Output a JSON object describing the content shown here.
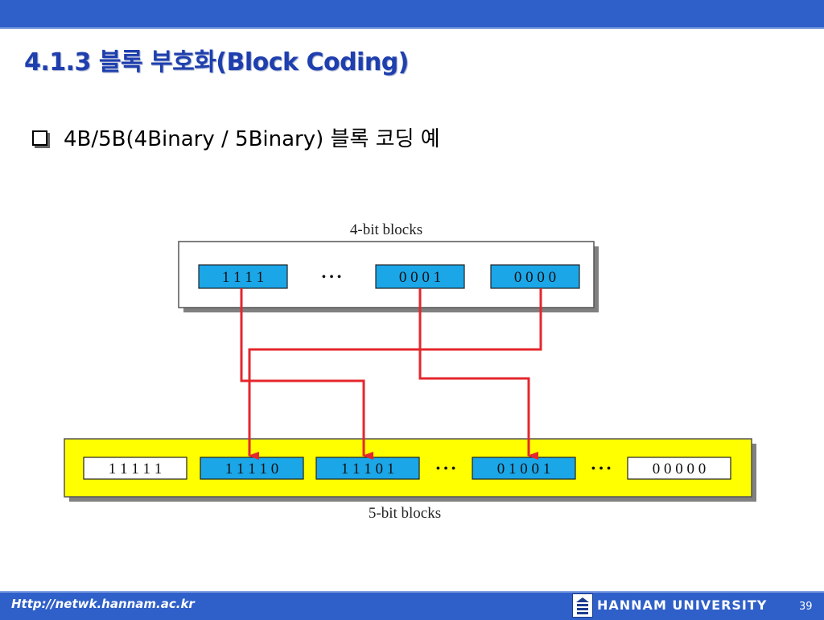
{
  "slide": {
    "title": "4.1.3 블록 부호화(Block Coding)",
    "bullet_text": "4B/5B(4Binary / 5Binary) 블록 코딩 예"
  },
  "diagram": {
    "top_caption": "4-bit blocks",
    "bottom_caption": "5-bit blocks",
    "ellipsis": "• • •",
    "four_bit_blocks": [
      "1 1 1 1",
      "0 0 0 1",
      "0 0 0 0"
    ],
    "five_bit_blocks": [
      "1 1 1 1 1",
      "1 1 1 1 0",
      "1 1 1 0 1",
      "0 1 0 0 1",
      "0 0 0 0 0"
    ],
    "colors": {
      "block_blue": "#1ba6e8",
      "yellow_band": "#ffff00",
      "arrow_red": "#e4272c"
    }
  },
  "footer": {
    "url": "Http://netwk.hannam.ac.kr",
    "university": "HANNAM  UNIVERSITY",
    "page_number": "39"
  }
}
